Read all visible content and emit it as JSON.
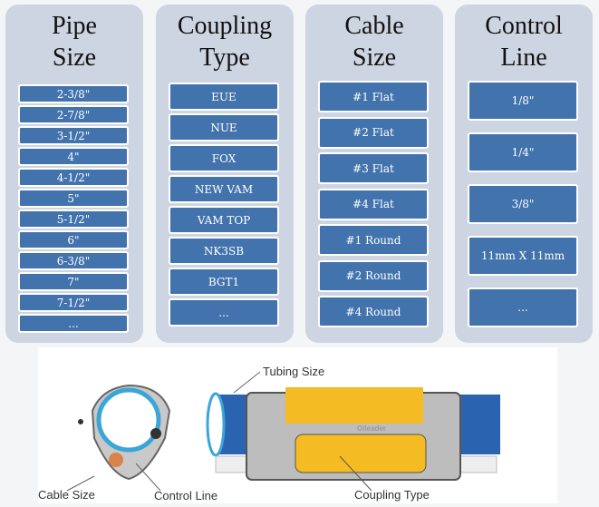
{
  "columns": [
    {
      "title_lines": [
        "Pipe",
        "Size"
      ],
      "items": [
        "2-3/8\"",
        "2-7/8\"",
        "3-1/2\"",
        "4\"",
        "4-1/2\"",
        "5\"",
        "5-1/2\"",
        "6\"",
        "6-3/8\"",
        "7\"",
        "7-1/2\"",
        "..."
      ]
    },
    {
      "title_lines": [
        "Coupling",
        "Type"
      ],
      "items": [
        "EUE",
        "NUE",
        "FOX",
        "NEW VAM",
        "VAM TOP",
        "NK3SB",
        "BGT1",
        "..."
      ]
    },
    {
      "title_lines": [
        "Cable",
        "Size"
      ],
      "items": [
        "#1 Flat",
        "#2 Flat",
        "#3 Flat",
        "#4 Flat",
        "#1 Round",
        "#2 Round",
        "#4 Round"
      ]
    },
    {
      "title_lines": [
        "Control",
        "Line"
      ],
      "items": [
        "1/8\"",
        "1/4\"",
        "3/8\"",
        "11mm X 11mm",
        "..."
      ]
    }
  ],
  "illustration": {
    "labels": {
      "tubing": "Tubing Size",
      "cable": "Cable Size",
      "control": "Control Line",
      "coupling": "Coupling Type"
    },
    "brand": "Oileader"
  },
  "colors": {
    "panel": "#ced5e2",
    "button": "#4273ad",
    "tubing": "#2a64b0",
    "protector_body": "#f4bb22"
  }
}
